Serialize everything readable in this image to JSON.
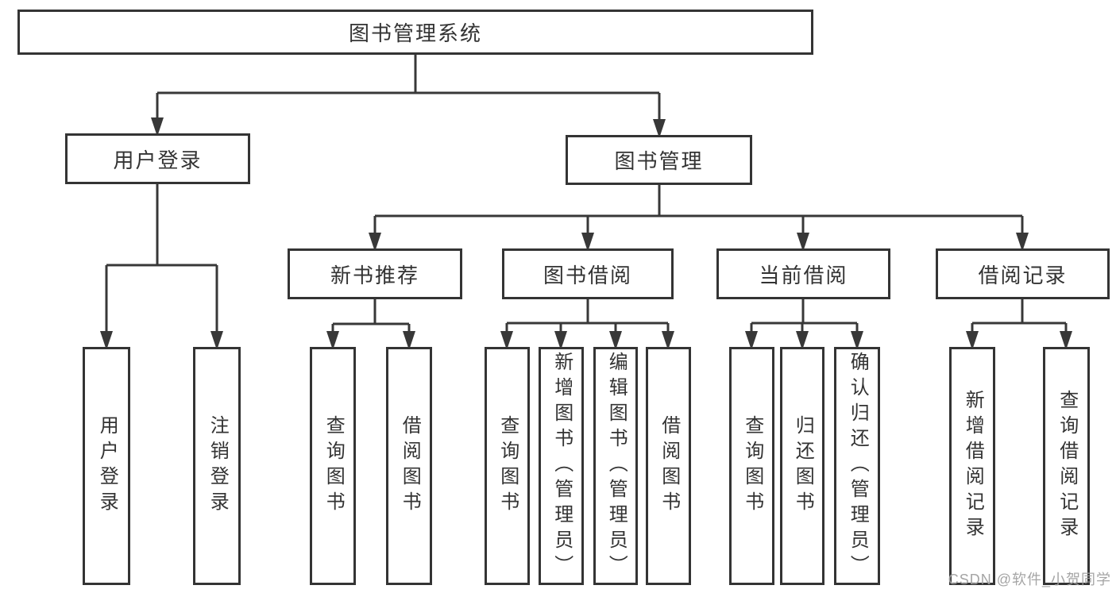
{
  "diagram_type": "hierarchy-tree",
  "colors": {
    "line": "#383838",
    "box_border": "#343434",
    "text": "#333333",
    "background": "#ffffff",
    "watermark": "#a0a0a0"
  },
  "tree": {
    "label": "图书管理系统",
    "children": [
      {
        "label": "用户登录",
        "children": [
          {
            "label": "用户登录"
          },
          {
            "label": "注销登录"
          }
        ]
      },
      {
        "label": "图书管理",
        "children": [
          {
            "label": "新书推荐",
            "children": [
              {
                "label": "查询图书"
              },
              {
                "label": "借阅图书"
              }
            ]
          },
          {
            "label": "图书借阅",
            "children": [
              {
                "label": "查询图书"
              },
              {
                "label": "新增图书（管理员）"
              },
              {
                "label": "编辑图书（管理员）"
              },
              {
                "label": "借阅图书"
              }
            ]
          },
          {
            "label": "当前借阅",
            "children": [
              {
                "label": "查询图书"
              },
              {
                "label": "归还图书"
              },
              {
                "label": "确认归还（管理员）"
              }
            ]
          },
          {
            "label": "借阅记录",
            "children": [
              {
                "label": "新增借阅记录"
              },
              {
                "label": "查询借阅记录"
              }
            ]
          }
        ]
      }
    ]
  },
  "watermark": {
    "text": "CSDN @软件_小贺同学"
  }
}
